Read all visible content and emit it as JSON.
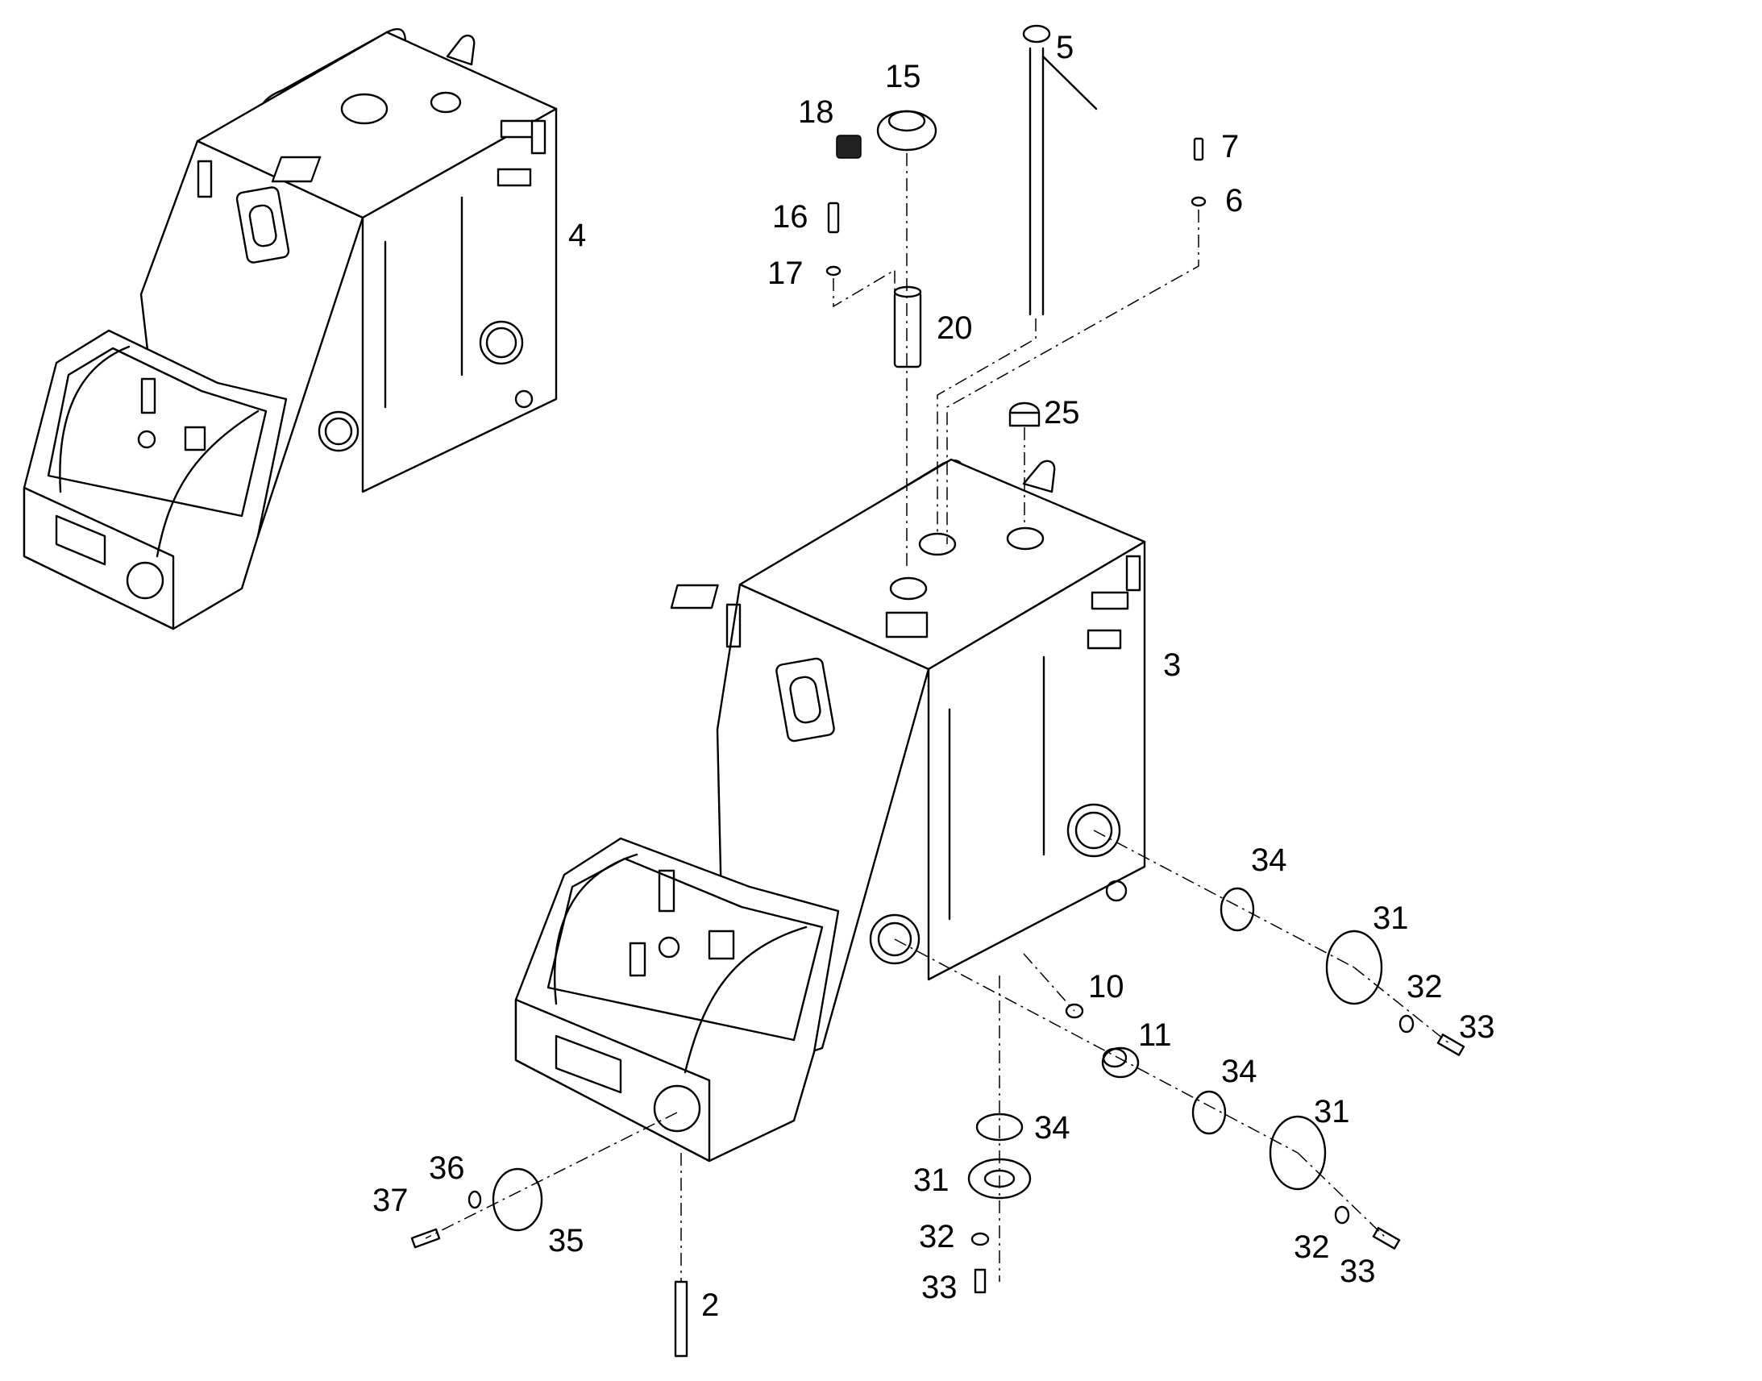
{
  "callouts": {
    "n2": "2",
    "n3": "3",
    "n4": "4",
    "n5": "5",
    "n6": "6",
    "n7": "7",
    "n10": "10",
    "n11": "11",
    "n15": "15",
    "n16": "16",
    "n17": "17",
    "n18": "18",
    "n20": "20",
    "n25": "25",
    "n31a": "31",
    "n31b": "31",
    "n31c": "31",
    "n32a": "32",
    "n32b": "32",
    "n32c": "32",
    "n33a": "33",
    "n33b": "33",
    "n33c": "33",
    "n34a": "34",
    "n34b": "34",
    "n34c": "34",
    "n35": "35",
    "n36": "36",
    "n37": "37"
  }
}
